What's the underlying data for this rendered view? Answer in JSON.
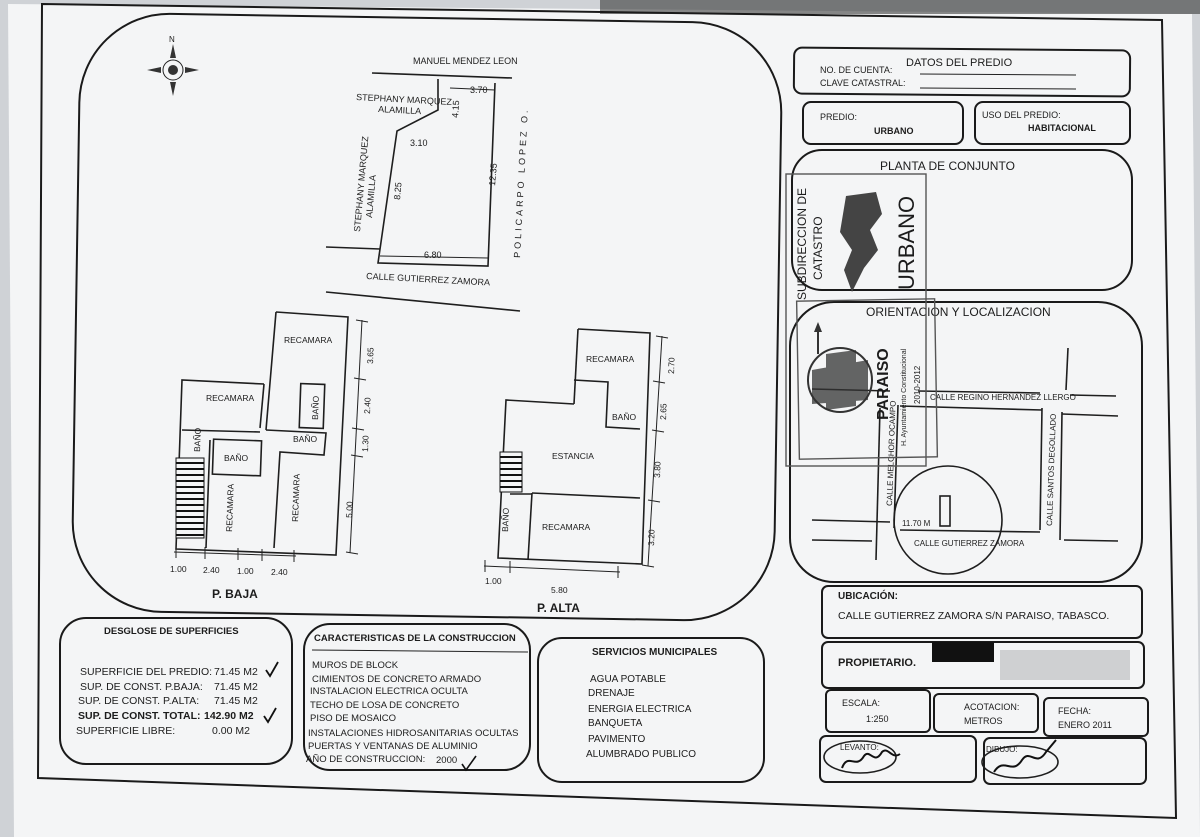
{
  "compass": {
    "north": "N"
  },
  "site": {
    "neighbor_top": "MANUEL MENDEZ LEON",
    "neighbor_mid_1": "STEPHANY MARQUEZ",
    "neighbor_mid_2": "ALAMILLA",
    "neighbor_left_1": "STEPHANY MARQUEZ",
    "neighbor_left_2": "ALAMILLA",
    "neighbor_right": "POLICARPO LOPEZ O.",
    "street": "CALLE GUTIERREZ ZAMORA",
    "dims": {
      "top": "3.70",
      "notch_v": "4.15",
      "notch_h": "3.10",
      "left": "8.25",
      "right": "12.35",
      "bottom": "6.80"
    }
  },
  "plan_baja": {
    "title": "P. BAJA",
    "rooms": {
      "recamara_top": "RECAMARA",
      "recamara_left": "RECAMARA",
      "bano_left": "BAÑO",
      "bano_inner": "BAÑO",
      "recamara_inner": "RECAMARA",
      "bano_mid": "BAÑO",
      "bano_right": "BAÑO",
      "recamara_right": "RECAMARA"
    },
    "dims_right": [
      "3.65",
      "2.40",
      "1.30",
      "5.00"
    ],
    "dims_bottom": [
      "1.00",
      "2.40",
      "1.00",
      "2.40"
    ]
  },
  "plan_alta": {
    "title": "P. ALTA",
    "rooms": {
      "recamara_top": "RECAMARA",
      "bano": "BAÑO",
      "estancia": "ESTANCIA",
      "recamara_bottom": "RECAMARA",
      "bano_left": "BAÑO"
    },
    "dims_right": [
      "2.70",
      "2.65",
      "3.80",
      "3.20"
    ],
    "dims_bottom": [
      "1.00",
      "5.80"
    ]
  },
  "predio": {
    "title": "DATOS DEL PREDIO",
    "cuenta_label": "NO. DE CUENTA:",
    "clave_label": "CLAVE CATASTRAL:",
    "predio_label": "PREDIO:",
    "predio_value": "URBANO",
    "uso_label": "USO DEL PREDIO:",
    "uso_value": "HABITACIONAL"
  },
  "conjunto": {
    "title": "PLANTA DE CONJUNTO"
  },
  "orientacion": {
    "title": "ORIENTACION Y LOCALIZACION",
    "street_top": "CALLE REGINO HERNANDEZ LLERGO",
    "street_left": "CALLE MELCHOR OCAMPO",
    "street_right": "CALLE SANTOS DEGOLLADO",
    "street_bottom": "CALLE GUTIERREZ ZAMORA",
    "distance": "11.70 M"
  },
  "stamps": {
    "catastro_1": "SUBDIRECCION DE",
    "catastro_2": "CATASTRO",
    "urbano": "URBANO",
    "paraiso": "PARAISO",
    "ayuntamiento": "H. Ayuntamiento Constitucional",
    "period": "2010-2012"
  },
  "ubicacion": {
    "label": "UBICACIÓN:",
    "value": "CALLE GUTIERREZ ZAMORA S/N PARAISO, TABASCO."
  },
  "propietario": {
    "label": "PROPIETARIO."
  },
  "escala": {
    "label": "ESCALA:",
    "value": "1:250"
  },
  "acotacion": {
    "label": "ACOTACION:",
    "value": "METROS"
  },
  "fecha": {
    "label": "FECHA:",
    "value": "ENERO 2011"
  },
  "firmas": {
    "levanto": "LEVANTO:",
    "dibujo": "DIBUJO:"
  },
  "superficies": {
    "title": "DESGLOSE DE SUPERFICIES",
    "rows": [
      {
        "label": "SUPERFICIE DEL PREDIO:",
        "value": "71.45 M2"
      },
      {
        "label": "SUP. DE CONST. P.BAJA:",
        "value": "71.45 M2"
      },
      {
        "label": "SUP. DE CONST. P.ALTA:",
        "value": "71.45 M2"
      },
      {
        "label": "SUP. DE CONST. TOTAL:",
        "value": "142.90 M2"
      },
      {
        "label": "SUPERFICIE LIBRE:",
        "value": "0.00 M2"
      }
    ]
  },
  "caracteristicas": {
    "title": "CARACTERISTICAS DE LA CONSTRUCCION",
    "items": [
      "MUROS DE BLOCK",
      "CIMIENTOS DE CONCRETO ARMADO",
      "INSTALACION ELECTRICA OCULTA",
      "TECHO DE LOSA DE CONCRETO",
      "PISO DE MOSAICO",
      "INSTALACIONES HIDROSANITARIAS OCULTAS",
      "PUERTAS Y VENTANAS DE ALUMINIO"
    ],
    "year_label": "AÑO DE CONSTRUCCION:",
    "year_value": "2000"
  },
  "servicios": {
    "title": "SERVICIOS MUNICIPALES",
    "items": [
      "AGUA POTABLE",
      "DRENAJE",
      "ENERGIA ELECTRICA",
      "BANQUETA",
      "PAVIMENTO",
      "ALUMBRADO PUBLICO"
    ]
  },
  "colors": {
    "ink": "#1c1c1c",
    "paper": "#f4f5f6",
    "shadow": "#cfd2d6",
    "redaction": "#111111"
  }
}
